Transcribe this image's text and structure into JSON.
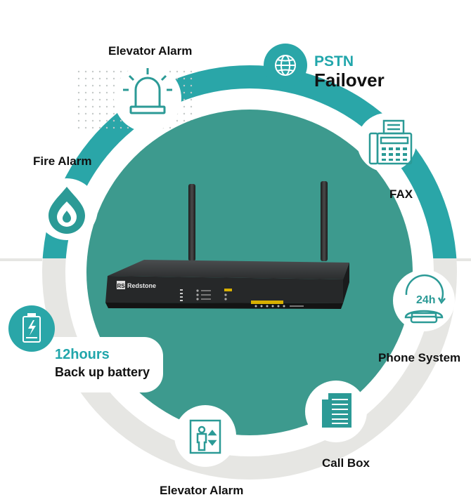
{
  "labels": {
    "elevator_alarm_top": "Elevator Alarm",
    "pstn": "PSTN",
    "failover": "Failover",
    "fire_alarm": "Fire Alarm",
    "fax": "FAX",
    "battery_hours": "12hours",
    "battery_text": "Back up battery",
    "phone_system": "Phone System",
    "call_box": "Call Box",
    "elevator_alarm_bottom": "Elevator Alarm"
  },
  "device": {
    "brand": "Redstone",
    "brand_mark": "RS",
    "phone_badge": "24h"
  },
  "colors": {
    "teal_ring": "#2aa6a8",
    "teal_inner": "#3d9a8e",
    "gray_ring": "#e6e6e3",
    "icon_teal": "#2b9a96",
    "accent_text": "#21a6ab",
    "router_body": "#262829"
  },
  "icons": [
    "beacon-icon",
    "globe-icon",
    "fax-icon",
    "flame-icon",
    "battery-icon",
    "phone-24h-icon",
    "document-icon",
    "elevator-icon"
  ]
}
